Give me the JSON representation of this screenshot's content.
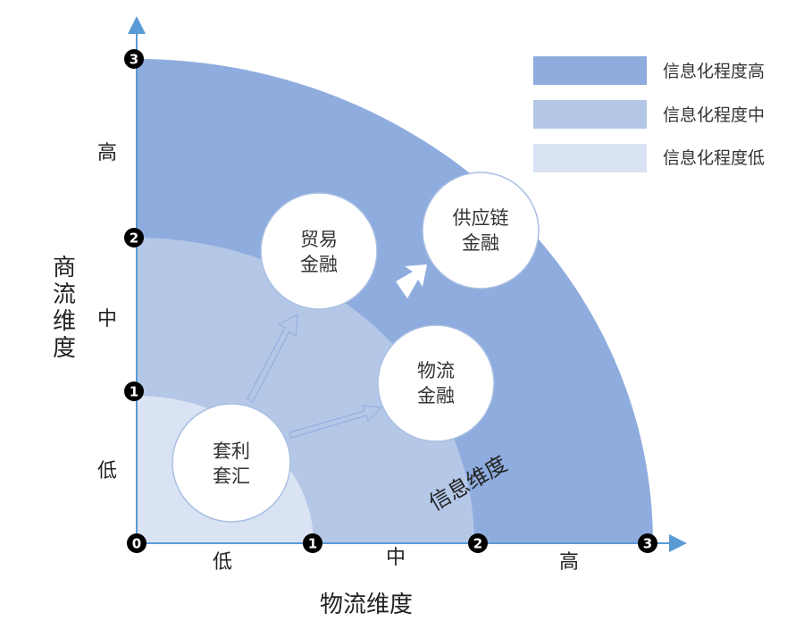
{
  "colors": {
    "high": "#8facde",
    "mid": "#b4c7e7",
    "low": "#dae3f3",
    "axis": "#5b9bd5",
    "badge": "#000000",
    "circle_stroke": "#a9bfe3"
  },
  "legend": [
    {
      "label": "信息化程度高",
      "color": "#8facde"
    },
    {
      "label": "信息化程度中",
      "color": "#b4c7e7"
    },
    {
      "label": "信息化程度低",
      "color": "#dae3f3"
    }
  ],
  "y_axis": {
    "title": "商流维度",
    "levels": [
      "低",
      "中",
      "高"
    ]
  },
  "x_axis": {
    "title": "物流维度",
    "levels": [
      "低",
      "中",
      "高"
    ]
  },
  "ticks": {
    "origin": "0",
    "x": [
      "1",
      "2",
      "3"
    ],
    "y": [
      "1",
      "2",
      "3"
    ]
  },
  "nodes": {
    "arbitrage": {
      "line1": "套利",
      "line2": "套汇"
    },
    "trade_finance": {
      "line1": "贸易",
      "line2": "金融"
    },
    "logistics_finance": {
      "line1": "物流",
      "line2": "金融"
    },
    "supply_chain_finance": {
      "line1": "供应链",
      "line2": "金融"
    }
  },
  "info_dimension_label": "信息维度"
}
